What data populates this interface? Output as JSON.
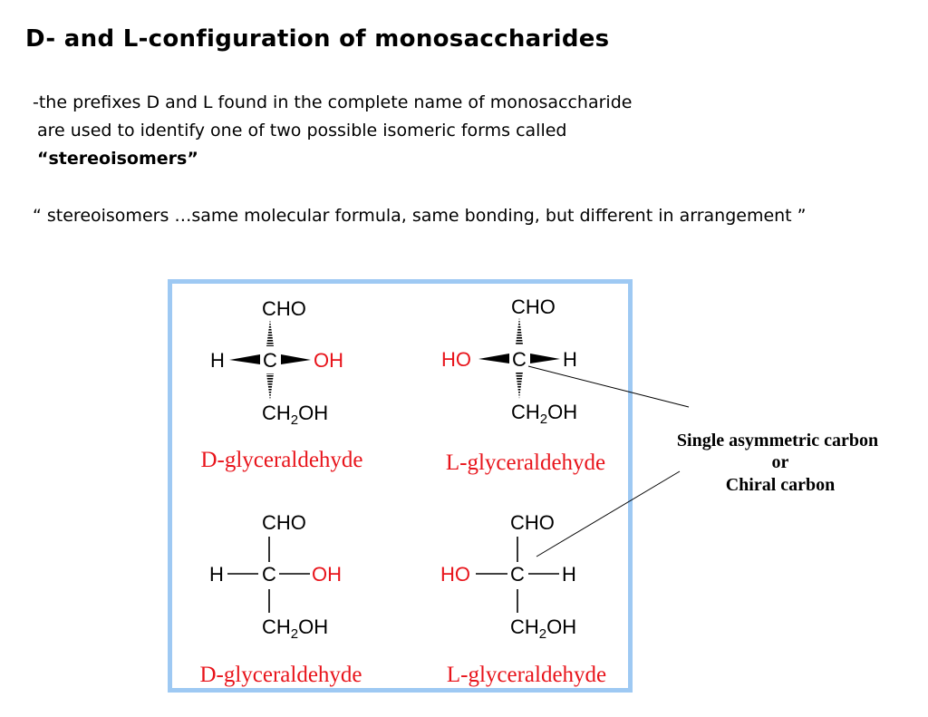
{
  "title": "D- and L-configuration of monosaccharides",
  "intro": {
    "line1": "-the prefixes D and L found in the complete name of monosaccharide",
    "line2": "are used to identify one of two possible isomeric forms called",
    "line3": "“stereoisomers”",
    "quote": "“ stereoisomers …same molecular formula, same bonding, but different in arrangement ”"
  },
  "molecules": {
    "top": "CHO",
    "center": "C",
    "h": "H",
    "oh": "OH",
    "ho": "HO",
    "ch2oh_a": "CH",
    "ch2oh_sub": "2",
    "ch2oh_b": "OH",
    "d_label": "D-glyceraldehyde",
    "l_label": "L-glyceraldehyde"
  },
  "annotation": {
    "line1": "Single asymmetric carbon",
    "line2": "or",
    "line3": "Chiral carbon"
  },
  "colors": {
    "accent_red": "#e8141b",
    "box_border": "#9ec9f3"
  }
}
